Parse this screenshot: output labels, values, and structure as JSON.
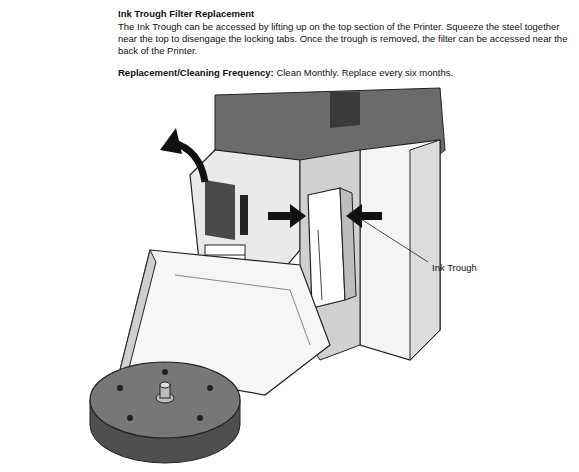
{
  "diagram": {
    "title": "Ink Trough Filter Replacement",
    "labels": [
      "The Ink Trough can be accessed by lifting up on the top section of the Printer. Squeeze the steel together near the top to disengage the locking tabs. Once the trough is removed, the filter can be accessed near the back of the Printer.",
      "Replacement/Cleaning Frequency:",
      "Clean Monthly. Replace every six months.",
      "Ink Trough"
    ]
  }
}
